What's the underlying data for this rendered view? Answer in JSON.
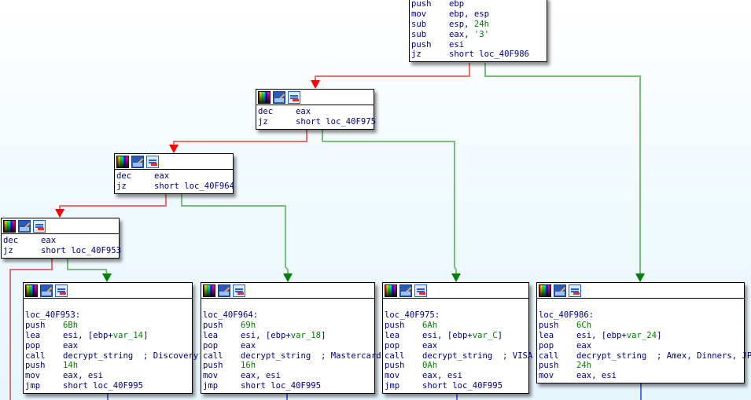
{
  "colors": {
    "edge_true": "#e87070",
    "edge_true_arrow": "#ff0000",
    "edge_false": "#78bf78",
    "edge_false_arrow": "#008000",
    "edge_uncond": "#5a6ee0",
    "text": "#000080",
    "immediate": "#008000"
  },
  "header_icons": [
    "color-palette-icon",
    "rename-pencil-icon",
    "graph-overview-icon"
  ],
  "nodes": [
    {
      "id": "entry",
      "has_header": false,
      "label": "",
      "lines": [
        {
          "mn": "push",
          "ops": [
            {
              "t": "ebp"
            }
          ]
        },
        {
          "mn": "mov",
          "ops": [
            {
              "t": "ebp, esp"
            }
          ]
        },
        {
          "mn": "sub",
          "ops": [
            {
              "t": "esp, "
            },
            {
              "t": "24h",
              "c": "num"
            }
          ]
        },
        {
          "mn": "sub",
          "ops": [
            {
              "t": "eax, "
            },
            {
              "t": "'3'",
              "c": "num"
            }
          ]
        },
        {
          "mn": "push",
          "ops": [
            {
              "t": "esi"
            }
          ]
        },
        {
          "mn": "jz",
          "ops": [
            {
              "t": "short loc_40F986"
            }
          ]
        }
      ]
    },
    {
      "id": "dec1",
      "has_header": true,
      "label": "",
      "lines": [
        {
          "mn": "dec",
          "ops": [
            {
              "t": "eax"
            }
          ]
        },
        {
          "mn": "jz",
          "ops": [
            {
              "t": "short loc_40F975"
            }
          ]
        }
      ]
    },
    {
      "id": "dec2",
      "has_header": true,
      "label": "",
      "lines": [
        {
          "mn": "dec",
          "ops": [
            {
              "t": "eax"
            }
          ]
        },
        {
          "mn": "jz",
          "ops": [
            {
              "t": "short loc_40F964"
            }
          ]
        }
      ]
    },
    {
      "id": "dec3",
      "has_header": true,
      "label": "",
      "lines": [
        {
          "mn": "dec",
          "ops": [
            {
              "t": "eax"
            }
          ]
        },
        {
          "mn": "jz",
          "ops": [
            {
              "t": "short loc_40F953"
            }
          ]
        }
      ]
    },
    {
      "id": "loc_40F953",
      "has_header": true,
      "label": "loc_40F953:",
      "lines": [
        {
          "mn": "push",
          "ops": [
            {
              "t": "6Bh",
              "c": "num"
            }
          ]
        },
        {
          "mn": "lea",
          "ops": [
            {
              "t": "esi, [ebp+"
            },
            {
              "t": "var_14",
              "c": "var"
            },
            {
              "t": "]"
            }
          ]
        },
        {
          "mn": "pop",
          "ops": [
            {
              "t": "eax"
            }
          ]
        },
        {
          "mn": "call",
          "ops": [
            {
              "t": "decrypt_string  ; Discovery"
            }
          ]
        },
        {
          "mn": "push",
          "ops": [
            {
              "t": "14h",
              "c": "num"
            }
          ]
        },
        {
          "mn": "mov",
          "ops": [
            {
              "t": "eax, esi"
            }
          ]
        },
        {
          "mn": "jmp",
          "ops": [
            {
              "t": "short loc_40F995"
            }
          ]
        }
      ]
    },
    {
      "id": "loc_40F964",
      "has_header": true,
      "label": "loc_40F964:",
      "lines": [
        {
          "mn": "push",
          "ops": [
            {
              "t": "69h",
              "c": "num"
            }
          ]
        },
        {
          "mn": "lea",
          "ops": [
            {
              "t": "esi, [ebp+"
            },
            {
              "t": "var_18",
              "c": "var"
            },
            {
              "t": "]"
            }
          ]
        },
        {
          "mn": "pop",
          "ops": [
            {
              "t": "eax"
            }
          ]
        },
        {
          "mn": "call",
          "ops": [
            {
              "t": "decrypt_string  ; Mastercard"
            }
          ]
        },
        {
          "mn": "push",
          "ops": [
            {
              "t": "16h",
              "c": "num"
            }
          ]
        },
        {
          "mn": "mov",
          "ops": [
            {
              "t": "eax, esi"
            }
          ]
        },
        {
          "mn": "jmp",
          "ops": [
            {
              "t": "short loc_40F995"
            }
          ]
        }
      ]
    },
    {
      "id": "loc_40F975",
      "has_header": true,
      "label": "loc_40F975:",
      "lines": [
        {
          "mn": "push",
          "ops": [
            {
              "t": "6Ah",
              "c": "num"
            }
          ]
        },
        {
          "mn": "lea",
          "ops": [
            {
              "t": "esi, [ebp+"
            },
            {
              "t": "var_C",
              "c": "var"
            },
            {
              "t": "]"
            }
          ]
        },
        {
          "mn": "pop",
          "ops": [
            {
              "t": "eax"
            }
          ]
        },
        {
          "mn": "call",
          "ops": [
            {
              "t": "decrypt_string  ; VISA"
            }
          ]
        },
        {
          "mn": "push",
          "ops": [
            {
              "t": "0Ah",
              "c": "num"
            }
          ]
        },
        {
          "mn": "mov",
          "ops": [
            {
              "t": "eax, esi"
            }
          ]
        },
        {
          "mn": "jmp",
          "ops": [
            {
              "t": "short loc_40F995"
            }
          ]
        }
      ]
    },
    {
      "id": "loc_40F986",
      "has_header": true,
      "label": "loc_40F986:",
      "lines": [
        {
          "mn": "push",
          "ops": [
            {
              "t": "6Ch",
              "c": "num"
            }
          ]
        },
        {
          "mn": "lea",
          "ops": [
            {
              "t": "esi, [ebp+"
            },
            {
              "t": "var_24",
              "c": "var"
            },
            {
              "t": "]"
            }
          ]
        },
        {
          "mn": "pop",
          "ops": [
            {
              "t": "eax"
            }
          ]
        },
        {
          "mn": "call",
          "ops": [
            {
              "t": "decrypt_string  ; Amex, Dinners, JP"
            }
          ]
        },
        {
          "mn": "push",
          "ops": [
            {
              "t": "24h",
              "c": "num"
            }
          ]
        },
        {
          "mn": "mov",
          "ops": [
            {
              "t": "eax, esi"
            }
          ]
        }
      ]
    }
  ],
  "edges": [
    {
      "from": "entry",
      "to": "dec1",
      "kind": "true"
    },
    {
      "from": "entry",
      "to": "loc_40F986",
      "kind": "false"
    },
    {
      "from": "dec1",
      "to": "dec2",
      "kind": "true"
    },
    {
      "from": "dec1",
      "to": "loc_40F975",
      "kind": "false"
    },
    {
      "from": "dec2",
      "to": "dec3",
      "kind": "true"
    },
    {
      "from": "dec2",
      "to": "loc_40F964",
      "kind": "false"
    },
    {
      "from": "dec3",
      "to": "loc_40F953",
      "kind": "false"
    },
    {
      "from": "dec3",
      "to": "offscreen",
      "kind": "true"
    }
  ]
}
